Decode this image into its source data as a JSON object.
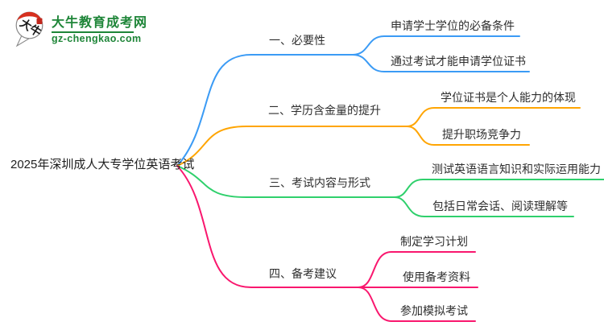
{
  "logo": {
    "icon_text": "大牛",
    "site_name": "大牛教育成考网",
    "site_domain": "gz-chengkao.com",
    "brand_green": "#1E8538",
    "accent_red": "#D7301F"
  },
  "mindmap": {
    "central_topic": "2025年深圳成人大专学位英语考试",
    "branches": [
      {
        "label": "一、必要性",
        "color": "#3B9BF5",
        "children": [
          "申请学士学位的必备条件",
          "通过考试才能申请学位证书"
        ]
      },
      {
        "label": "二、学历含金量的提升",
        "color": "#FFA502",
        "children": [
          "学位证书是个人能力的体现",
          "提升职场竞争力"
        ]
      },
      {
        "label": "三、考试内容与形式",
        "color": "#2FD06C",
        "children": [
          "测试英语语言知识和实际运用能力",
          "包括日常会话、阅读理解等"
        ]
      },
      {
        "label": "四、备考建议",
        "color": "#F9176E",
        "children": [
          "制定学习计划",
          "使用备考资料",
          "参加模拟考试"
        ]
      }
    ]
  }
}
